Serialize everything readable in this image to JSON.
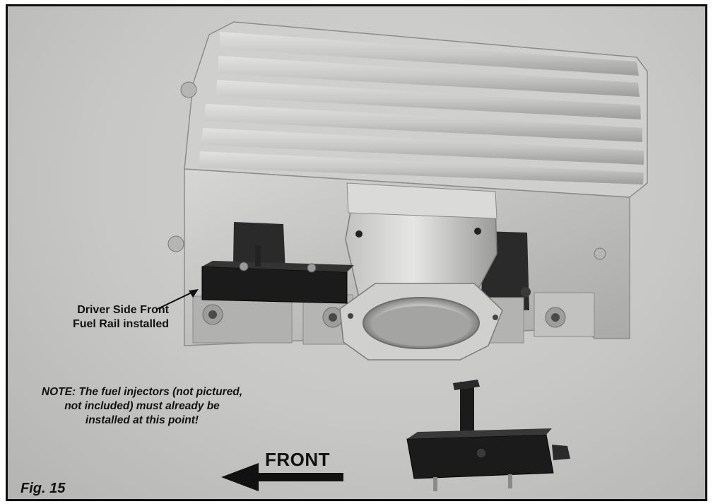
{
  "callout": {
    "line1": "Driver Side Front",
    "line2": "Fuel Rail installed"
  },
  "note": {
    "line1": "NOTE: The fuel injectors (not pictured,",
    "line2": "not included) must already be",
    "line3": "installed at this point!"
  },
  "front_label": "FRONT",
  "figure_label": "Fig. 15",
  "colors": {
    "background": "#c7c7c5",
    "metal": "#bdbdbb",
    "fuel_rail": "#1b1b1b",
    "border": "#111111"
  }
}
